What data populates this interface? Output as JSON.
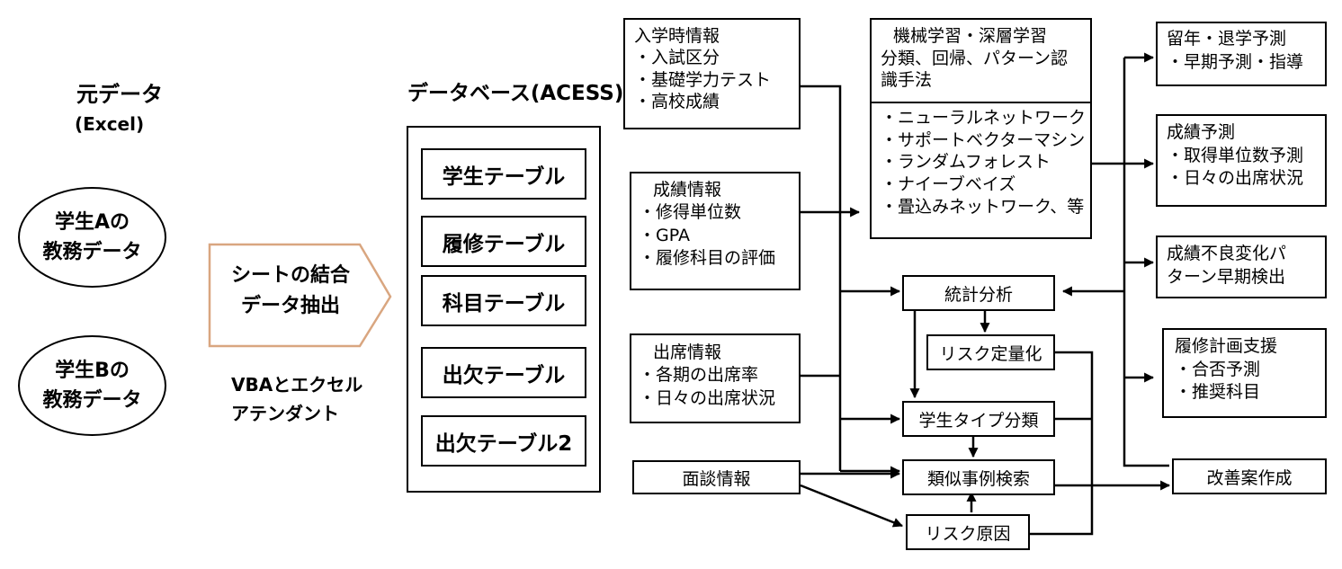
{
  "source": {
    "title": "元データ",
    "subtitle": "(Excel)",
    "studentA": [
      "学生Aの",
      "教務データ"
    ],
    "studentB": [
      "学生Bの",
      "教務データ"
    ]
  },
  "merge": {
    "lines": [
      "シートの結合",
      "データ抽出"
    ],
    "tool": [
      "VBAとエクセル",
      "アテンダント"
    ]
  },
  "database": {
    "title": "データベース(ACESS)",
    "tables": [
      "学生テーブル",
      "履修テーブル",
      "科目テーブル",
      "出欠テーブル",
      "出欠テーブル2"
    ]
  },
  "inputs": {
    "admission": {
      "title": "入学時情報",
      "items": [
        "・入試区分",
        "・基礎学力テスト",
        "・高校成績"
      ]
    },
    "grades": {
      "title": "成績情報",
      "items": [
        "・修得単位数",
        "・GPA",
        "・履修科目の評価"
      ]
    },
    "attendance": {
      "title": "出席情報",
      "items": [
        "・各期の出席率",
        "・日々の出席状況"
      ]
    },
    "interview": {
      "title": "面談情報"
    }
  },
  "ml": {
    "header": [
      "機械学習・深層学習",
      "分類、回帰、パターン認",
      "識手法"
    ],
    "methods": [
      "・ニューラルネットワーク",
      "・サポートベクターマシン",
      "・ランダムフォレスト",
      "・ナイーブベイズ",
      "・畳込みネットワーク、等"
    ]
  },
  "analysis": {
    "stats": "統計分析",
    "risk_quant": "リスク定量化",
    "student_type": "学生タイプ分類",
    "similar_case": "類似事例検索",
    "risk_cause": "リスク原因"
  },
  "outputs": {
    "dropout": {
      "title": "留年・退学予測",
      "items": [
        "・早期予測・指導"
      ]
    },
    "grade_pred": {
      "title": "成績予測",
      "items": [
        "・取得単位数予測",
        "・日々の出席状況"
      ]
    },
    "pattern": {
      "lines": [
        "成績不良変化パ",
        "ターン早期検出"
      ]
    },
    "plan": {
      "title": "履修計画支援",
      "items": [
        "・合否予測",
        "・推奨科目"
      ]
    },
    "improve": "改善案作成"
  }
}
